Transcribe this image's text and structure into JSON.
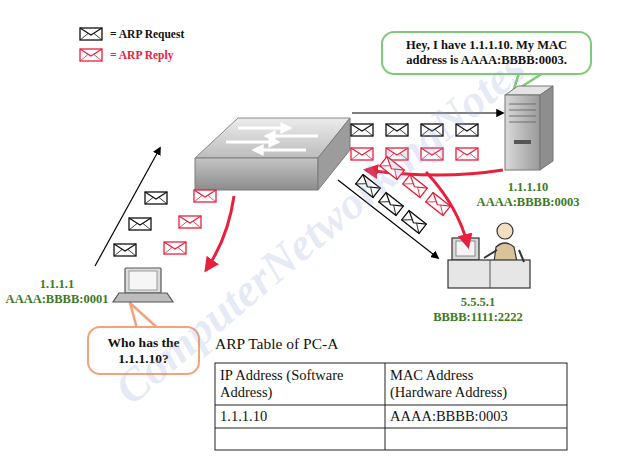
{
  "diagram": {
    "nodes": [
      {
        "text": [
          "Hey, I have 1.1.1.10. My MAC address is AAAA:BBBB:0003."
        ]
      },
      {
        "text": [
          "Who has the 1.1.1.10?"
        ]
      }
    ],
    "labels": [
      "ComputerNetworkingNotes",
      "1.1.1.10",
      "AAAA:BBBB:0003",
      "1.1.1.1",
      "AAAA:BBBB:0001",
      "5.5.5.1",
      "BBBB:1111:2222",
      "ARP Table of PC-A",
      "IP Address (Software Address)",
      "MAC Address (Hardware Address)",
      "1.1.1.10",
      "AAAA:BBBB:0003"
    ],
    "legend": [
      {
        "text": "= ARP Request"
      },
      {
        "text": "= ARP Reply"
      }
    ]
  }
}
